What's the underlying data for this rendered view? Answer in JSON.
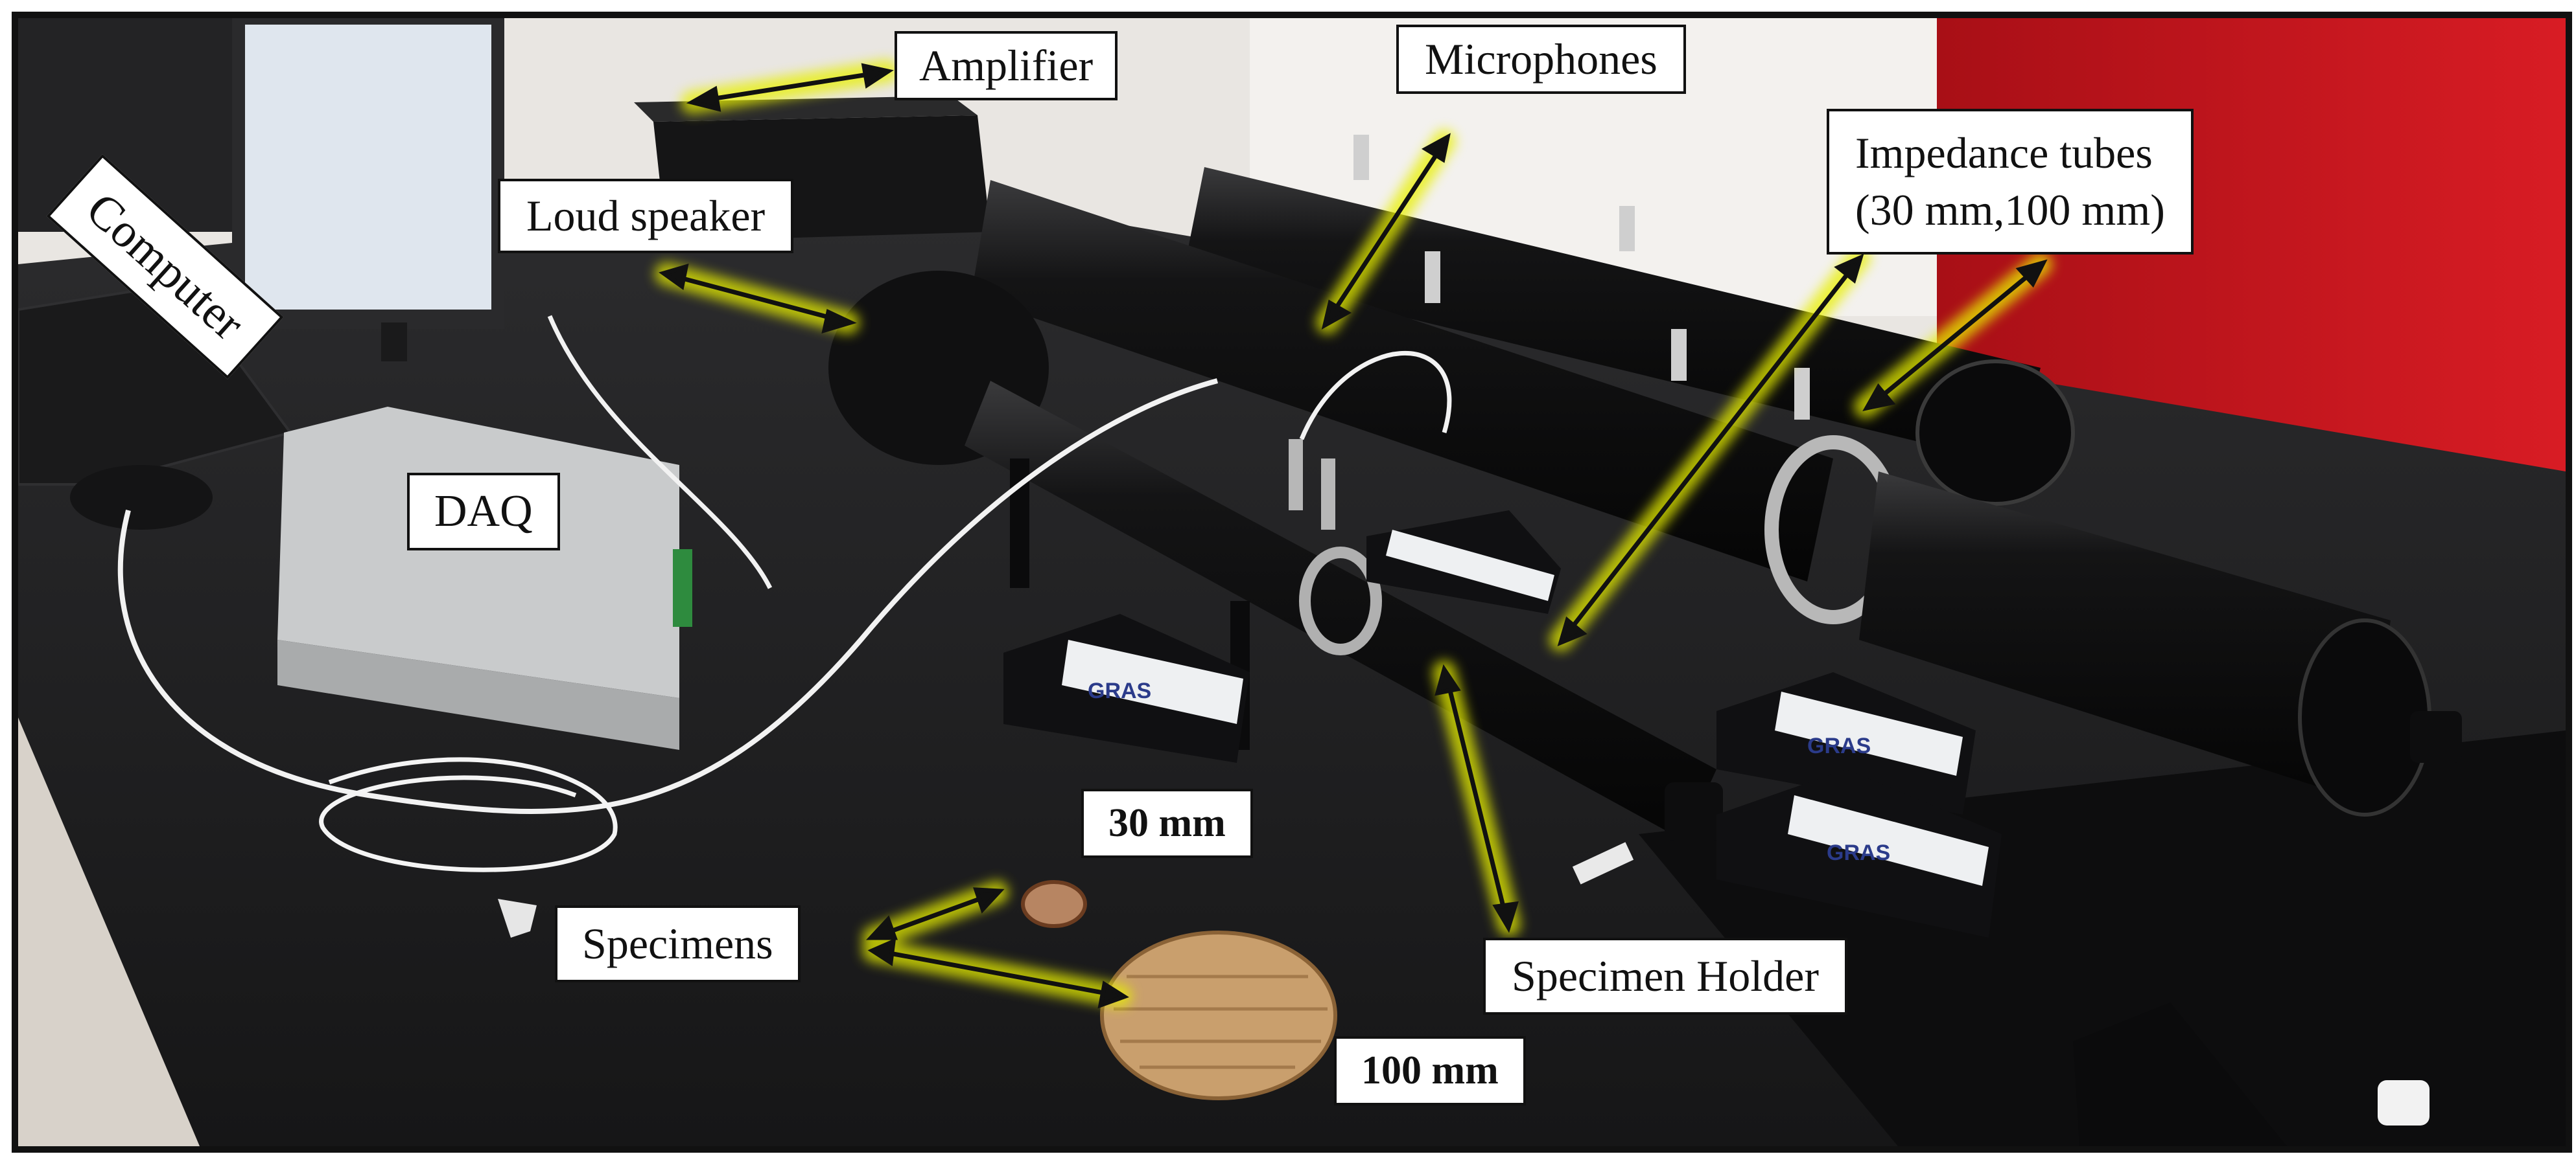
{
  "labels": {
    "amplifier": "Amplifier",
    "microphones": "Microphones",
    "impedance_tubes_line1": "Impedance tubes",
    "impedance_tubes_line2": "(30 mm,100 mm)",
    "loud_speaker": "Loud speaker",
    "computer": "Computer",
    "daq": "DAQ",
    "size_small": "30 mm",
    "specimens": "Specimens",
    "specimen_holder": "Specimen Holder",
    "size_large": "100 mm"
  },
  "device_text": {
    "brand": "GRAS"
  },
  "colors": {
    "frame": "#111111",
    "arrow": "#111111",
    "arrow_glow": "#e8f000",
    "backdrop_red": "#c8141c",
    "bench": "#1d1d1f",
    "tube": "#0b0b0c"
  }
}
